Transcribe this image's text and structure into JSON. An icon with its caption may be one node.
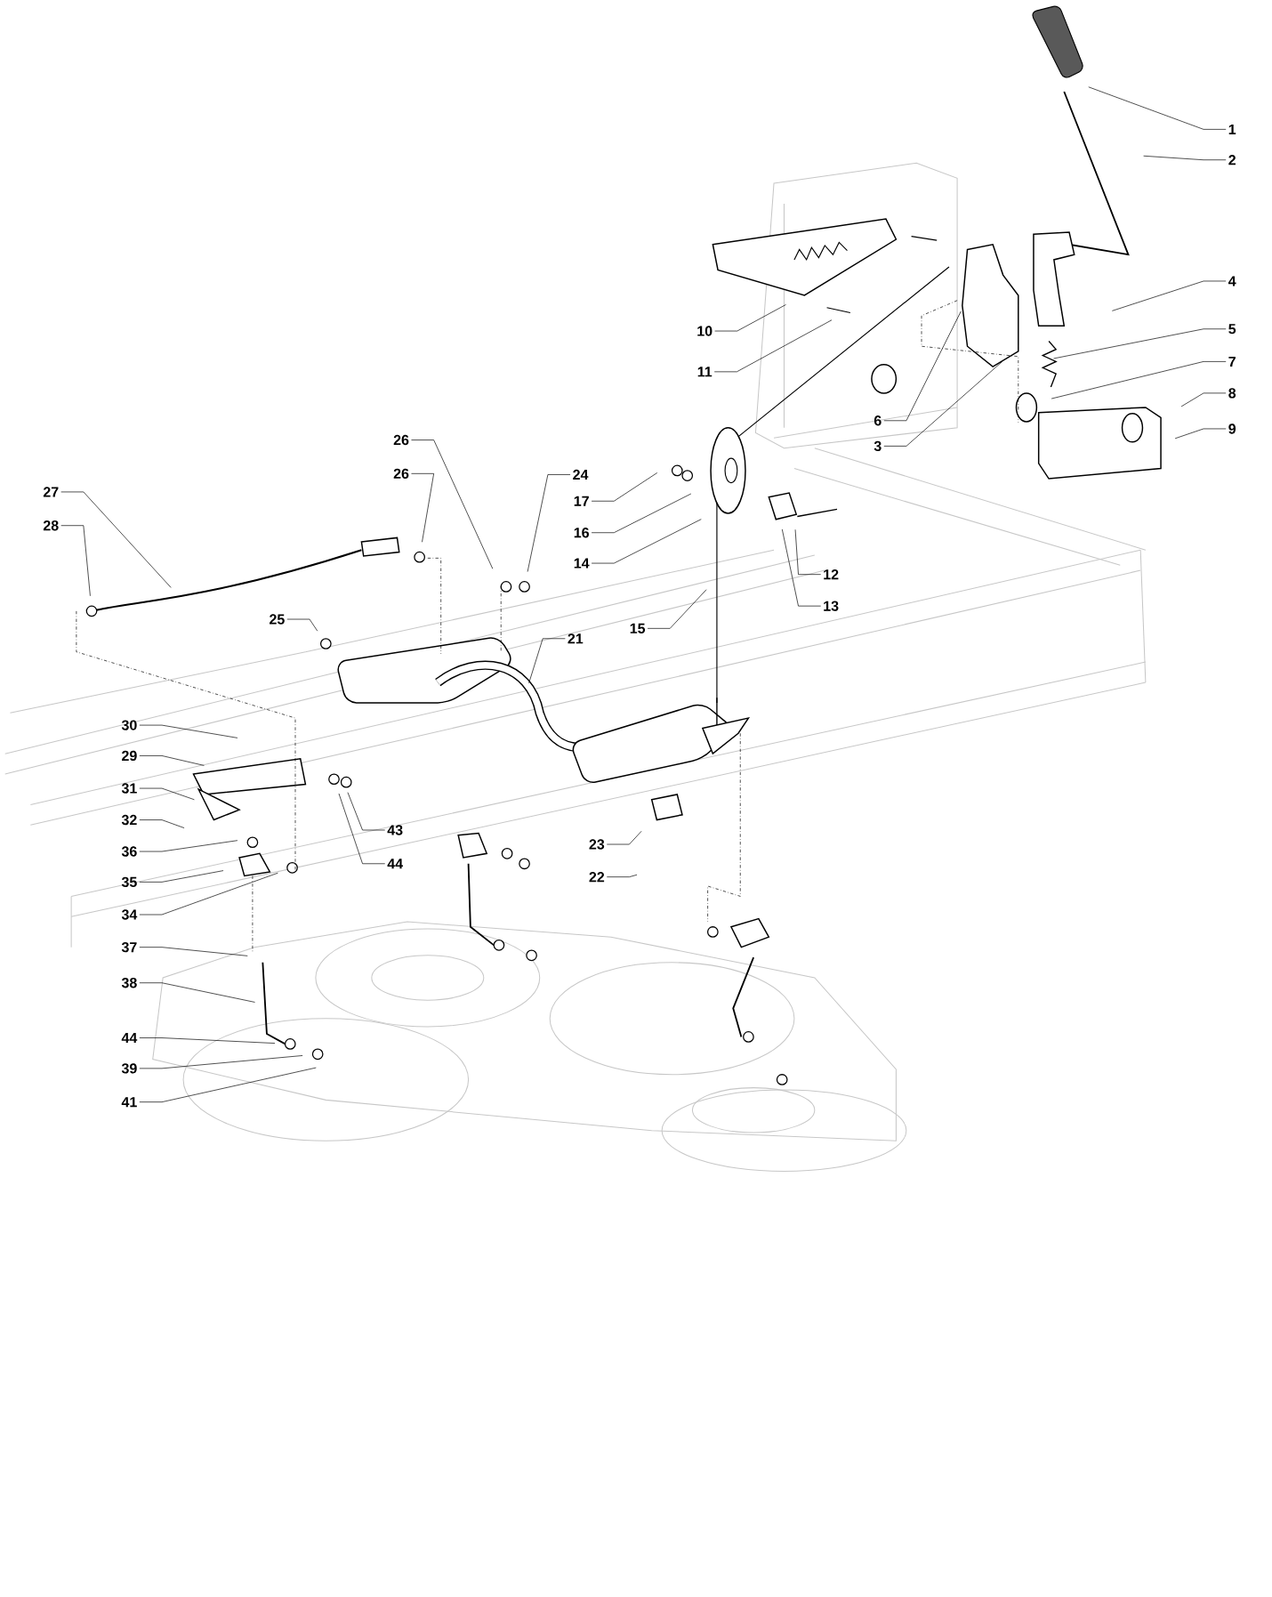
{
  "diagram": {
    "nodes": [
      {
        "text": [
          "1"
        ]
      },
      {
        "text": [
          "2"
        ]
      },
      {
        "text": [
          "4"
        ]
      },
      {
        "text": [
          "5"
        ]
      },
      {
        "text": [
          "7"
        ]
      },
      {
        "text": [
          "8"
        ]
      },
      {
        "text": [
          "9"
        ]
      },
      {
        "text": [
          "10"
        ]
      },
      {
        "text": [
          "11"
        ]
      },
      {
        "text": [
          "6"
        ]
      },
      {
        "text": [
          "3"
        ]
      },
      {
        "text": [
          "26"
        ]
      },
      {
        "text": [
          "24"
        ]
      },
      {
        "text": [
          "26"
        ]
      },
      {
        "text": [
          "17"
        ]
      },
      {
        "text": [
          "27"
        ]
      },
      {
        "text": [
          "16"
        ]
      },
      {
        "text": [
          "28"
        ]
      },
      {
        "text": [
          "14"
        ]
      },
      {
        "text": [
          "12"
        ]
      },
      {
        "text": [
          "13"
        ]
      },
      {
        "text": [
          "25"
        ]
      },
      {
        "text": [
          "15"
        ]
      },
      {
        "text": [
          "21"
        ]
      },
      {
        "text": [
          "30"
        ]
      },
      {
        "text": [
          "29"
        ]
      },
      {
        "text": [
          "43"
        ]
      },
      {
        "text": [
          "31"
        ]
      },
      {
        "text": [
          "32"
        ]
      },
      {
        "text": [
          "23"
        ]
      },
      {
        "text": [
          "36"
        ]
      },
      {
        "text": [
          "44"
        ]
      },
      {
        "text": [
          "22"
        ]
      },
      {
        "text": [
          "35"
        ]
      },
      {
        "text": [
          "34"
        ]
      },
      {
        "text": [
          "37"
        ]
      },
      {
        "text": [
          "38"
        ]
      },
      {
        "text": [
          "44"
        ]
      },
      {
        "text": [
          "39"
        ]
      },
      {
        "text": [
          "41"
        ]
      }
    ],
    "edges": [
      {
        "from": 0,
        "to": null,
        "arrow": "none"
      },
      {
        "from": 1,
        "to": null,
        "arrow": "none"
      },
      {
        "from": 2,
        "to": null,
        "arrow": "none"
      },
      {
        "from": 3,
        "to": null,
        "arrow": "none"
      },
      {
        "from": 4,
        "to": null,
        "arrow": "none"
      },
      {
        "from": 5,
        "to": null,
        "arrow": "none"
      },
      {
        "from": 6,
        "to": null,
        "arrow": "none"
      },
      {
        "from": 7,
        "to": null,
        "arrow": "none"
      },
      {
        "from": 8,
        "to": null,
        "arrow": "none"
      },
      {
        "from": 9,
        "to": null,
        "arrow": "none"
      },
      {
        "from": 10,
        "to": null,
        "arrow": "none"
      },
      {
        "from": 11,
        "to": null,
        "arrow": "none"
      },
      {
        "from": 12,
        "to": null,
        "arrow": "none"
      },
      {
        "from": 13,
        "to": null,
        "arrow": "none"
      },
      {
        "from": 14,
        "to": null,
        "arrow": "none"
      },
      {
        "from": 15,
        "to": null,
        "arrow": "none"
      },
      {
        "from": 16,
        "to": null,
        "arrow": "none"
      },
      {
        "from": 17,
        "to": null,
        "arrow": "none"
      },
      {
        "from": 18,
        "to": null,
        "arrow": "none"
      },
      {
        "from": 19,
        "to": null,
        "arrow": "none"
      },
      {
        "from": 20,
        "to": null,
        "arrow": "none"
      },
      {
        "from": 21,
        "to": null,
        "arrow": "none"
      },
      {
        "from": 22,
        "to": null,
        "arrow": "none"
      },
      {
        "from": 23,
        "to": null,
        "arrow": "none"
      },
      {
        "from": 24,
        "to": null,
        "arrow": "none"
      },
      {
        "from": 25,
        "to": null,
        "arrow": "none"
      },
      {
        "from": 26,
        "to": null,
        "arrow": "none"
      },
      {
        "from": 27,
        "to": null,
        "arrow": "none"
      },
      {
        "from": 28,
        "to": null,
        "arrow": "none"
      },
      {
        "from": 29,
        "to": null,
        "arrow": "none"
      },
      {
        "from": 30,
        "to": null,
        "arrow": "none"
      },
      {
        "from": 31,
        "to": null,
        "arrow": "none"
      },
      {
        "from": 32,
        "to": null,
        "arrow": "none"
      },
      {
        "from": 33,
        "to": null,
        "arrow": "none"
      },
      {
        "from": 34,
        "to": null,
        "arrow": "none"
      },
      {
        "from": 35,
        "to": null,
        "arrow": "none"
      },
      {
        "from": 36,
        "to": null,
        "arrow": "none"
      },
      {
        "from": 37,
        "to": null,
        "arrow": "none"
      },
      {
        "from": 38,
        "to": null,
        "arrow": "none"
      },
      {
        "from": 39,
        "to": null,
        "arrow": "none"
      }
    ]
  }
}
